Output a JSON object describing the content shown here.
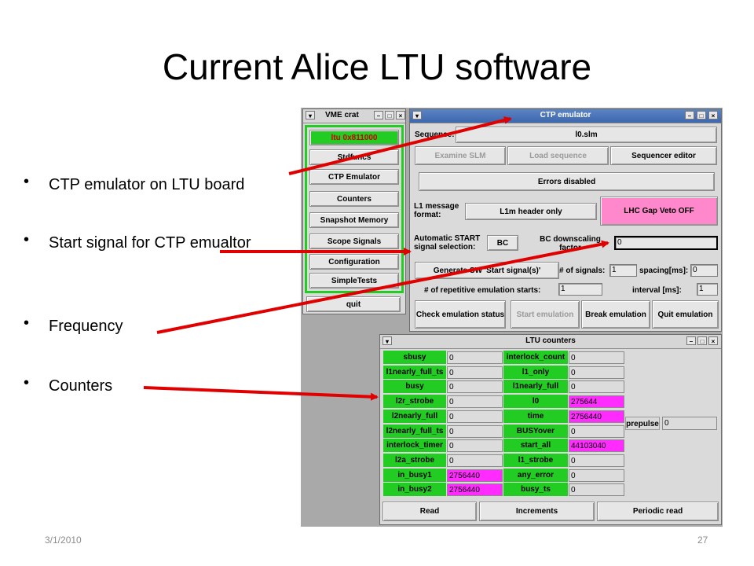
{
  "slide": {
    "title": "Current Alice LTU software",
    "bullets": [
      "CTP emulator on LTU board",
      "Start signal for CTP emualtor",
      "Frequency",
      "Counters"
    ],
    "date": "3/1/2010",
    "page_number": "27"
  },
  "vme_window": {
    "title": "VME crat",
    "buttons": [
      "ltu 0x811000",
      "Stdfuncs",
      "CTP Emulator",
      "Counters",
      "Snapshot Memory",
      "Scope Signals",
      "Configuration",
      "SimpleTests"
    ],
    "quit_label": "quit"
  },
  "ctp_window": {
    "title": "CTP emulator",
    "sequence_label": "Sequence:",
    "sequence_value": "l0.slm",
    "examine_slm": "Examine SLM",
    "load_sequence": "Load sequence",
    "sequencer_editor": "Sequencer editor",
    "errors_disabled": "Errors disabled",
    "l1_message_format_label": "L1 message format:",
    "l1_format_value": "L1m header only",
    "lhc_gap": "LHC Gap Veto OFF",
    "auto_start_label": "Automatic START signal selection:",
    "auto_start_value": "BC",
    "bc_downscaling_label": "BC downscaling factor",
    "bc_downscaling_value": "0",
    "generate_sw": "Generate SW 'Start signal(s)'",
    "num_signals_label": "# of signals:",
    "num_signals_value": "1",
    "spacing_label": "spacing[ms]:",
    "spacing_value": "0",
    "repetitive_label": "# of repetitive emulation starts:",
    "repetitive_value": "1",
    "interval_label": "interval [ms]:",
    "interval_value": "1",
    "check_status": "Check emulation status",
    "start_emulation": "Start emulation",
    "break_emulation": "Break emulation",
    "quit_emulation": "Quit emulation"
  },
  "counters_window": {
    "title": "LTU counters",
    "col1": [
      {
        "name": "sbusy",
        "value": "0",
        "highlight": false
      },
      {
        "name": "l1nearly_full_ts",
        "value": "0",
        "highlight": false
      },
      {
        "name": "busy",
        "value": "0",
        "highlight": false
      },
      {
        "name": "l2r_strobe",
        "value": "0",
        "highlight": false
      },
      {
        "name": "l2nearly_full",
        "value": "0",
        "highlight": false
      },
      {
        "name": "l2nearly_full_ts",
        "value": "0",
        "highlight": false
      },
      {
        "name": "interlock_timer",
        "value": "0",
        "highlight": false
      },
      {
        "name": "l2a_strobe",
        "value": "0",
        "highlight": false
      },
      {
        "name": "in_busy1",
        "value": "2756440",
        "highlight": true
      },
      {
        "name": "in_busy2",
        "value": "2756440",
        "highlight": true
      }
    ],
    "col2": [
      {
        "name": "interlock_count",
        "value": "0",
        "highlight": false
      },
      {
        "name": "l1_only",
        "value": "0",
        "highlight": false
      },
      {
        "name": "l1nearly_full",
        "value": "0",
        "highlight": false
      },
      {
        "name": "l0",
        "value": "275644",
        "highlight": true
      },
      {
        "name": "time",
        "value": "2756440",
        "highlight": true
      },
      {
        "name": "BUSYover",
        "value": "0",
        "highlight": false
      },
      {
        "name": "start_all",
        "value": "44103040",
        "highlight": true
      },
      {
        "name": "l1_strobe",
        "value": "0",
        "highlight": false
      },
      {
        "name": "any_error",
        "value": "0",
        "highlight": false
      },
      {
        "name": "busy_ts",
        "value": "0",
        "highlight": false
      }
    ],
    "prepulse_label": "prepulse",
    "prepulse_value": "0",
    "read_button": "Read",
    "increments_button": "Increments",
    "periodic_read_button": "Periodic read"
  },
  "colors": {
    "green": "#22cc22",
    "magenta": "#ff2bff",
    "pink": "#ff88cc",
    "arrow_red": "#e00000",
    "titlebar_blue": "#4a76bb"
  }
}
